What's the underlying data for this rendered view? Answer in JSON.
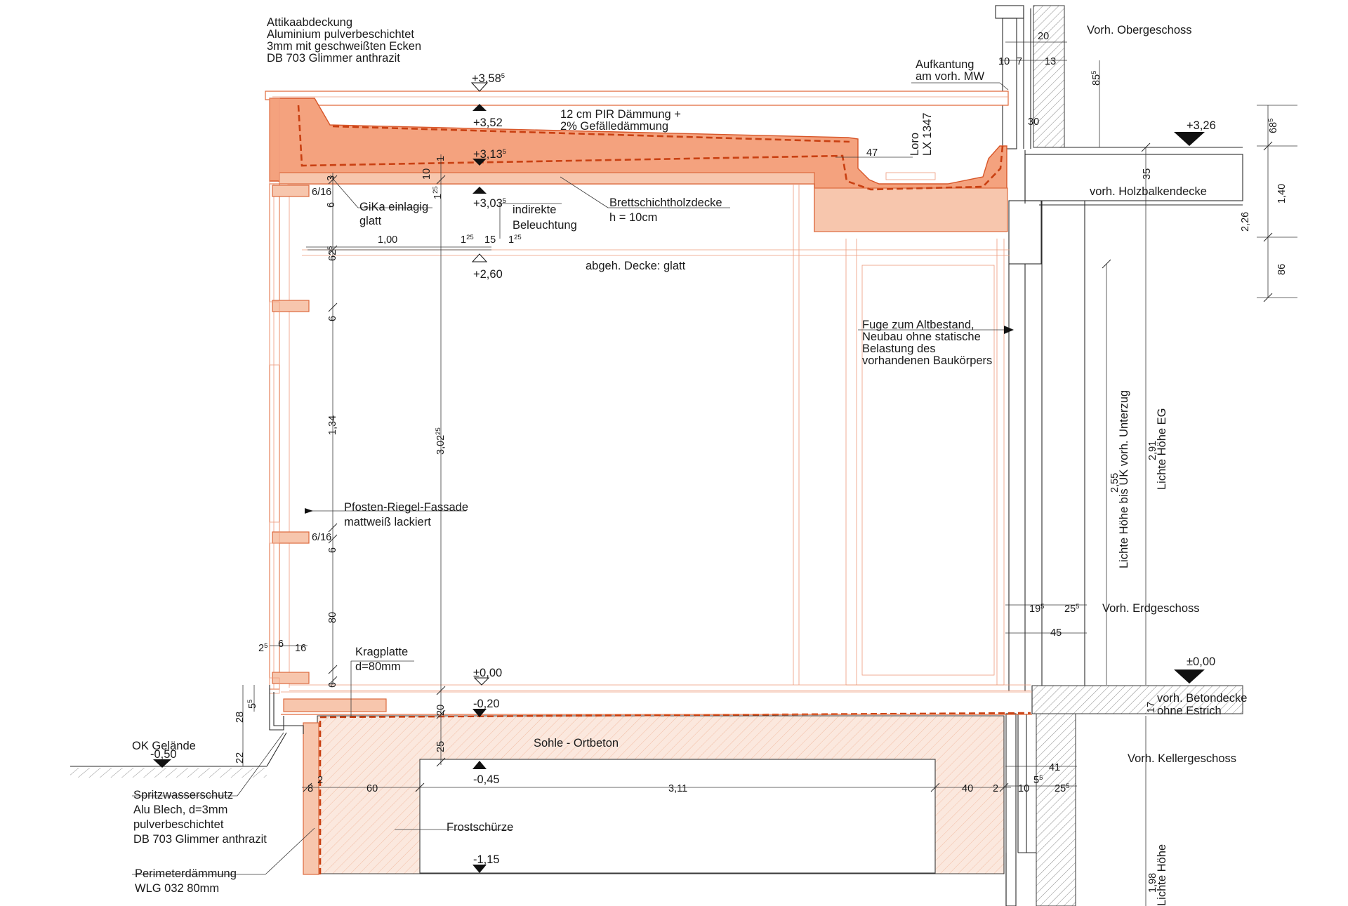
{
  "labels": {
    "attika_1": "Attikaabdeckung",
    "attika_2": "Aluminium pulverbeschichtet",
    "attika_3": "3mm mit geschweißten Ecken",
    "attika_4": "DB 703 Glimmer anthrazit",
    "aufkantung_1": "Aufkantung",
    "aufkantung_2": "am vorh. MW",
    "obergeschoss": "Vorh. Obergeschoss",
    "pir_1": "12 cm PIR Dämmung +",
    "pir_2": "2% Gefälledämmung",
    "loro_1": "Loro",
    "loro_2": "LX 1347",
    "holzbalken": "vorh. Holzbalkendecke",
    "bsh_1": "Brettschichtholzdecke",
    "bsh_2": "h = 10cm",
    "gika_1": "GiKa einlagig",
    "gika_2": "glatt",
    "indirekt_1": "indirekte",
    "indirekt_2": "Beleuchtung",
    "abgeh": "abgeh. Decke: glatt",
    "fuge_1": "Fuge zum Altbestand,",
    "fuge_2": "Neubau ohne statische",
    "fuge_3": "Belastung des",
    "fuge_4": "vorhandenen Baukörpers",
    "pfosten_1": "Pfosten-Riegel-Fassade",
    "pfosten_2": "mattweiß lackiert",
    "lichte_uz_1": "Lichte Höhe bis UK vorh. Unterzug",
    "lichte_eg": "Lichte Höhe EG",
    "lichte": "Lichte Höhe",
    "erdgeschoss": "Vorh. Erdgeschoss",
    "kragplatte_1": "Kragplatte",
    "kragplatte_2": "d=80mm",
    "betondecke_1": "vorh. Betondecke",
    "betondecke_2": "ohne Estrich",
    "ok_gelaende": "OK Gelände",
    "sohle": "Sohle - Ortbeton",
    "kellergeschoss": "Vorh. Kellergeschoss",
    "spritz_1": "Spritzwasserschutz",
    "spritz_2": "Alu Blech, d=3mm",
    "spritz_3": "pulverbeschichtet",
    "spritz_4": "DB 703 Glimmer anthrazit",
    "frost": "Frostschürze",
    "peri_1": "Perimeterdämmung",
    "peri_2": "WLG 032 80mm"
  },
  "levels": {
    "l_358": "+3,58",
    "l_358_sup": "5",
    "l_352": "+3,52",
    "l_3135": "+3,13",
    "l_3135_sup": "5",
    "l_3035": "+3,03",
    "l_3035_sup": "5",
    "l_260": "+2,60",
    "l_326": "+3,26",
    "l_000a": "±0,00",
    "l_000b": "±0,00",
    "l_m020": "-0,20",
    "l_m050": "-0,50",
    "l_m045": "-0,45",
    "l_m115": "-1,15"
  },
  "dims": {
    "d20": "20",
    "d10": "10",
    "d7": "7",
    "d13": "13",
    "d85": "85",
    "d85_sup": "5",
    "d30": "30",
    "d47": "47",
    "d35": "35",
    "d68": "68",
    "d68_sup": "5",
    "d140": "1,40",
    "d226": "2,26",
    "d86": "86",
    "d1": "1",
    "d10b": "10",
    "d1_25": "1",
    "d1_25_sup": "25",
    "d3": "3",
    "d616a": "6/16",
    "d6a": "6",
    "d100": "1,00",
    "d1_25b": "1",
    "d1_25b_sup": "25",
    "d15": "15",
    "d1_25c": "1",
    "d1_25c_sup": "25",
    "d62": "62",
    "d62_sup": "5",
    "d6b": "6",
    "d134": "1,34",
    "d30225": "3,02",
    "d30225_sup": "25",
    "d616b": "6/16",
    "d6c": "6",
    "d80": "80",
    "d2_5": "2",
    "d2_5_sup": "5",
    "d6d": "6",
    "d16": "16",
    "d6e": "6",
    "d28": "28",
    "d5_5": "5",
    "d5_5_sup": "5",
    "d22": "22",
    "d20b": "20",
    "d25": "25",
    "d255": "2,55",
    "d291": "2,91",
    "d19_5": "19",
    "d19_5_sup": "5",
    "d25_5": "25",
    "d25_5_sup": "5",
    "d45": "45",
    "d17": "17",
    "d41": "41",
    "d5_5b": "5",
    "d5_5b_sup": "5",
    "d10c": "10",
    "d25_5b": "25",
    "d25_5b_sup": "5",
    "d8": "8",
    "d2a": "2",
    "d60": "60",
    "d311": "3,11",
    "d40": "40",
    "d2b": "2",
    "d198": "1,98"
  },
  "colors": {
    "insulation": "#f4a27e",
    "insulation_edge": "#d8572a",
    "sealing": "#c94012",
    "lines": "#2a2a2a"
  }
}
